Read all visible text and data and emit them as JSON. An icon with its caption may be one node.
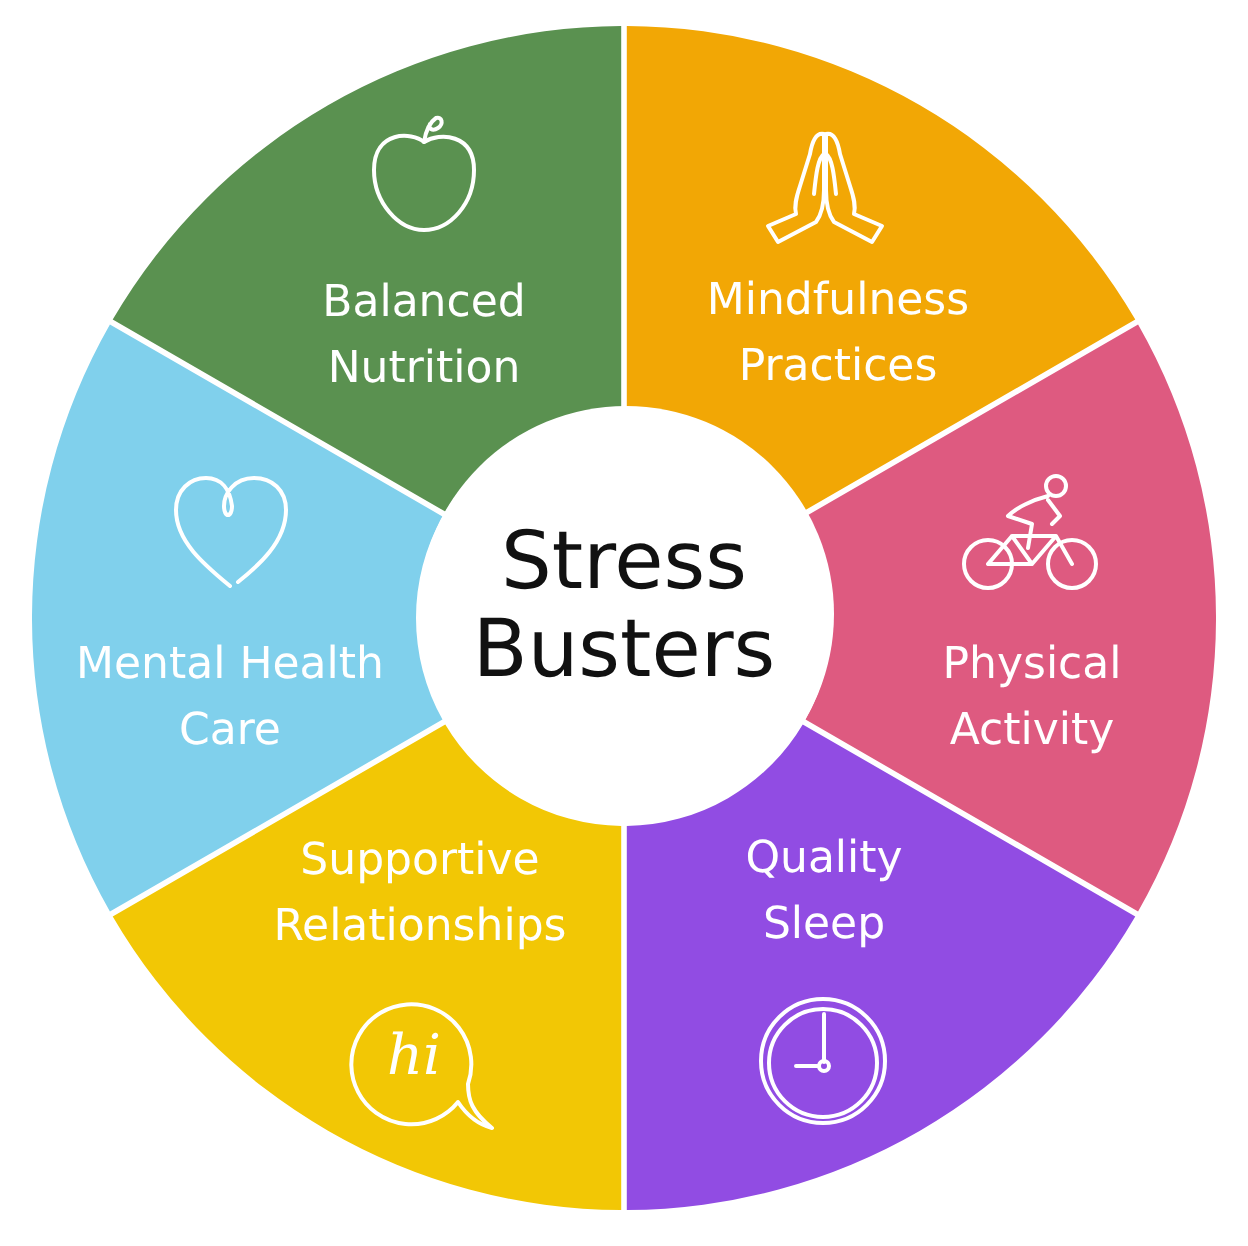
{
  "diagram": {
    "nodes": [
      {
        "text": [
          "Stress Busters"
        ]
      },
      {
        "text": [
          "Balanced Nutrition"
        ]
      },
      {
        "text": [
          "Mindfulness Practices"
        ]
      },
      {
        "text": [
          "Physical Activity"
        ]
      },
      {
        "text": [
          "Quality Sleep"
        ]
      },
      {
        "text": [
          "Supportive Relationships"
        ]
      },
      {
        "text": [
          "Mental Health Care"
        ]
      }
    ],
    "labels": [
      "hi"
    ]
  }
}
